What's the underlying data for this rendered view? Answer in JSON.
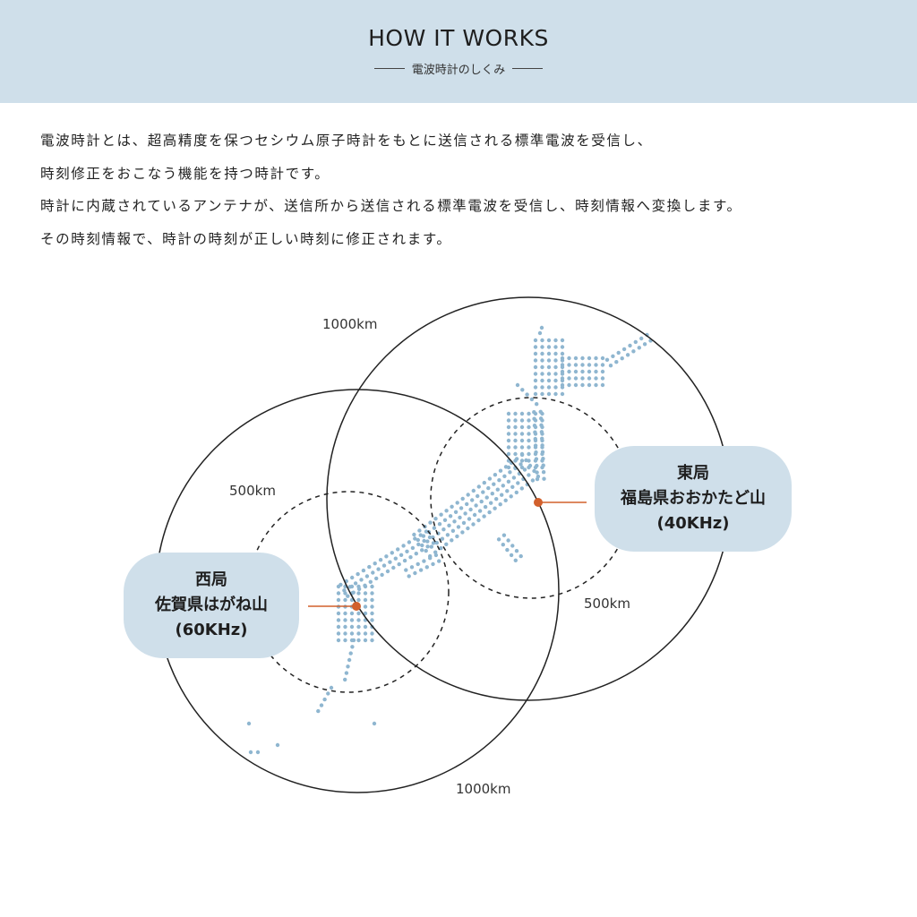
{
  "header": {
    "title": "HOW IT WORKS",
    "subtitle": "電波時計のしくみ"
  },
  "intro": {
    "lines": [
      "電波時計とは、超高精度を保つセシウム原子時計をもとに送信される標準電波を受信し、",
      "時刻修正をおこなう機能を持つ時計です。",
      "時計に内蔵されているアンテナが、送信所から送信される標準電波を受信し、時刻情報へ変換します。",
      "その時刻情報で、時計の時刻が正しい時刻に修正されます。"
    ]
  },
  "diagram": {
    "east_station": {
      "name": "東局",
      "location": "福島県おおかたど山",
      "frequency": "(40KHz)"
    },
    "west_station": {
      "name": "西局",
      "location": "佐賀県はがね山",
      "frequency": "(60KHz)"
    },
    "radius_labels": {
      "east_outer": "1000km",
      "west_outer": "1000km",
      "east_inner": "500km",
      "west_inner": "500km"
    },
    "colors": {
      "header_bg": "#cfdfea",
      "label_bg": "#cfdfea",
      "map_dots": "#8fb6d0",
      "station_marker": "#d2602c",
      "circle_stroke": "#222222"
    }
  }
}
